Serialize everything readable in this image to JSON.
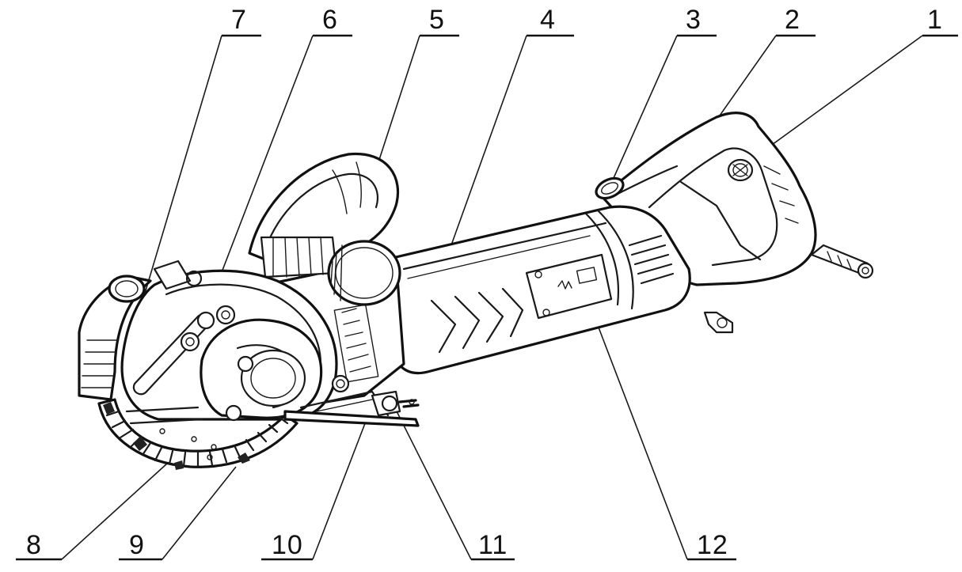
{
  "callouts": [
    {
      "id": "1",
      "label": "1"
    },
    {
      "id": "2",
      "label": "2"
    },
    {
      "id": "3",
      "label": "3"
    },
    {
      "id": "4",
      "label": "4"
    },
    {
      "id": "5",
      "label": "5"
    },
    {
      "id": "6",
      "label": "6"
    },
    {
      "id": "7",
      "label": "7"
    },
    {
      "id": "8",
      "label": "8"
    },
    {
      "id": "9",
      "label": "9"
    },
    {
      "id": "10",
      "label": "10"
    },
    {
      "id": "11",
      "label": "11"
    },
    {
      "id": "12",
      "label": "12"
    }
  ],
  "colors": {
    "ink": "#1a1a1a",
    "background": "#ffffff"
  }
}
